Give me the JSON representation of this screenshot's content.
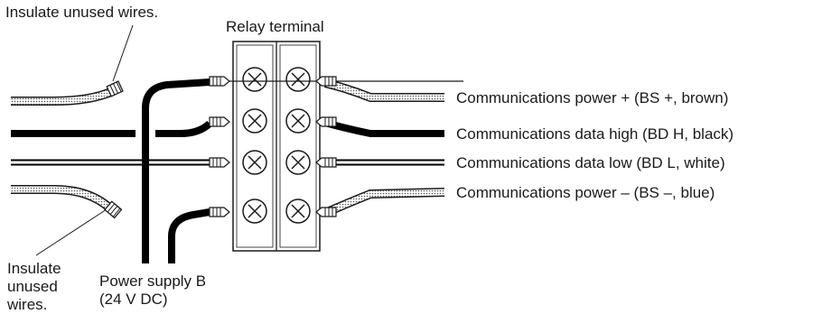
{
  "title": "Relay terminal",
  "notes": {
    "insulate_top": "Insulate unused wires.",
    "insulate_bottom_line1": "Insulate",
    "insulate_bottom_line2": "unused",
    "insulate_bottom_line3": "wires.",
    "power_supply_line1": "Power supply B",
    "power_supply_line2": "(24 V DC)"
  },
  "wires": [
    {
      "label": "Communications power + (BS +, brown)",
      "style": "dotted",
      "color": "#bdbdbd"
    },
    {
      "label": "Communications data high (BD H, black)",
      "style": "solid",
      "color": "#000000"
    },
    {
      "label": "Communications data low (BD L, white)",
      "style": "double",
      "color": "#ffffff"
    },
    {
      "label": "Communications power – (BS –, blue)",
      "style": "dotted",
      "color": "#bdbdbd"
    }
  ],
  "colors": {
    "ink": "#1a1a1a",
    "block": "#ffffff",
    "dotted_fill": "#bdbdbd"
  },
  "icons": {
    "screw": "crossed-circle-screw",
    "ferrule": "crimp-ferrule"
  }
}
